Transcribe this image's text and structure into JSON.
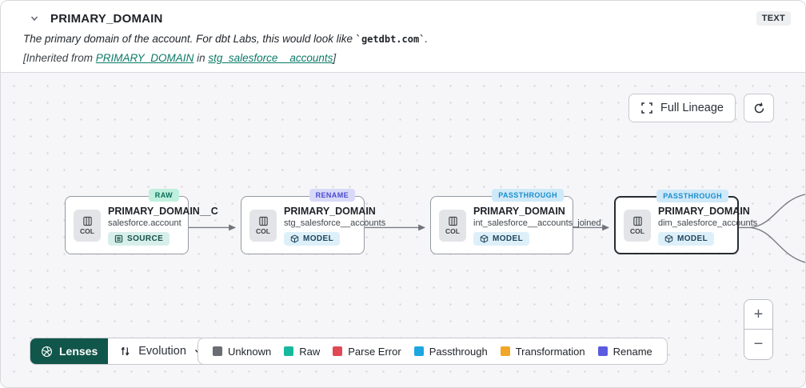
{
  "header": {
    "title": "PRIMARY_DOMAIN",
    "type_badge": "TEXT",
    "description_prefix": "The primary domain of the account. For dbt Labs, this would look like ",
    "description_code": "`getdbt.com`",
    "description_suffix": ".",
    "inherited_prefix": "[Inherited from ",
    "inherited_link_column": "PRIMARY_DOMAIN",
    "inherited_middle": " in ",
    "inherited_link_model": "stg_salesforce__accounts",
    "inherited_suffix": "]"
  },
  "toolbar": {
    "full_lineage_label": "Full Lineage"
  },
  "nodes": [
    {
      "title": "PRIMARY_DOMAIN__C",
      "subtitle": "salesforce.account",
      "resource": "SOURCE",
      "badge": "RAW",
      "col_label": "COL"
    },
    {
      "title": "PRIMARY_DOMAIN",
      "subtitle": "stg_salesforce__accounts",
      "resource": "MODEL",
      "badge": "RENAME",
      "col_label": "COL"
    },
    {
      "title": "PRIMARY_DOMAIN",
      "subtitle": "int_salesforce__accounts_joined",
      "resource": "MODEL",
      "badge": "PASSTHROUGH",
      "col_label": "COL"
    },
    {
      "title": "PRIMARY_DOMAIN",
      "subtitle": "dim_salesforce_accounts",
      "resource": "MODEL",
      "badge": "PASSTHROUGH",
      "col_label": "COL"
    }
  ],
  "lenses": {
    "label": "Lenses",
    "selected_lens": "Evolution"
  },
  "legend": {
    "items": [
      {
        "label": "Unknown",
        "color": "#6a6d73"
      },
      {
        "label": "Raw",
        "color": "#17b89e"
      },
      {
        "label": "Parse Error",
        "color": "#e04954"
      },
      {
        "label": "Passthrough",
        "color": "#1fa6e0"
      },
      {
        "label": "Transformation",
        "color": "#f2a626"
      },
      {
        "label": "Rename",
        "color": "#5c5be0"
      }
    ]
  },
  "zoom_controls": {
    "zoom_in": "+",
    "zoom_out": "−"
  },
  "colors": {
    "lenses_button_bg": "#11564a",
    "link_teal": "#0c7a68",
    "badge_raw_bg": "#bff0de",
    "badge_raw_text": "#0a6e56",
    "badge_rename_bg": "#d8daf8",
    "badge_rename_text": "#4a49d2",
    "badge_passthrough_bg": "#cfe9f9",
    "badge_passthrough_text": "#1b8ecb",
    "canvas_bg": "#f6f6f8",
    "edge": "#6f747b"
  }
}
